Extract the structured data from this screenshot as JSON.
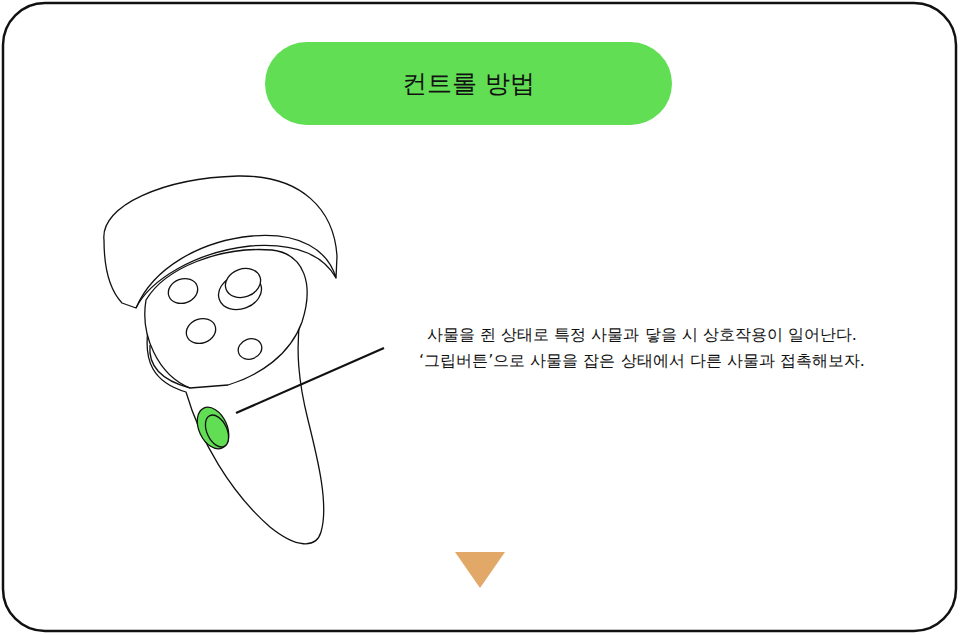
{
  "diagram": {
    "title": "컨트롤 방법",
    "labels": [
      "사물을 쥔 상태로 특정 사물과 닿을 시 상호작용이 일어난다.",
      "‘그립버튼’으로 사물을 잡은 상태에서 다른 사물과 접촉해보자."
    ]
  }
}
